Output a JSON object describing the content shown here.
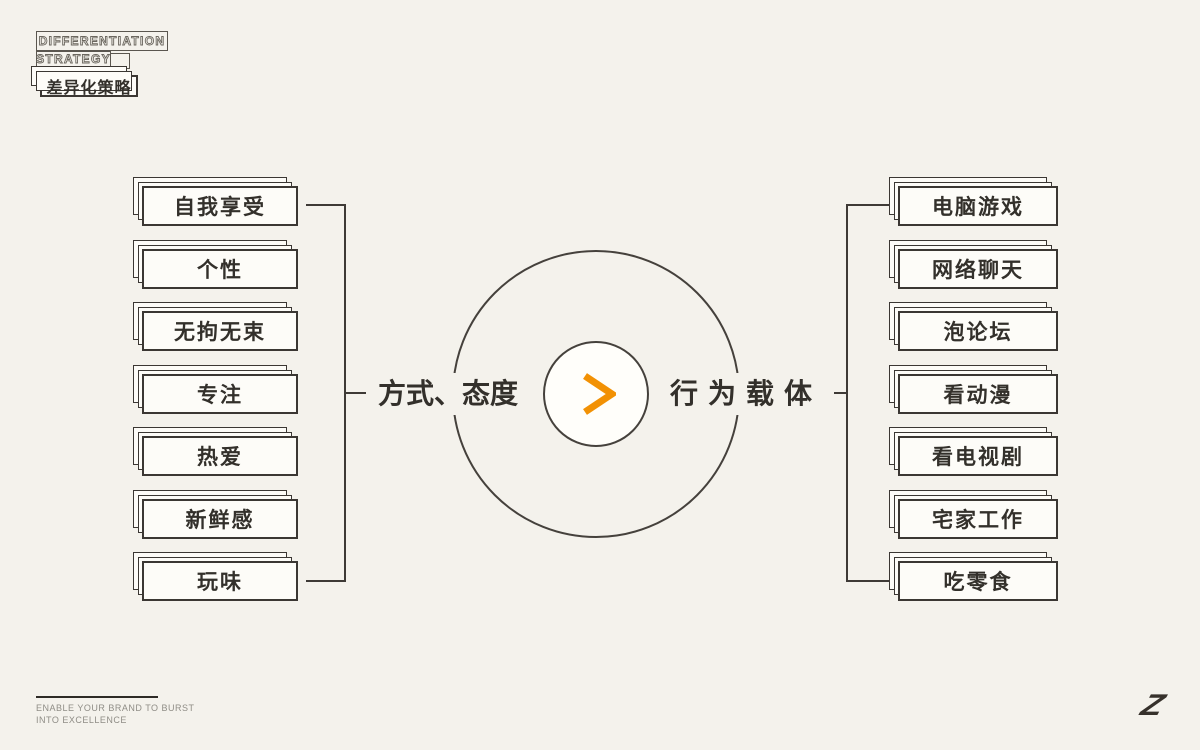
{
  "colors": {
    "background": "#f4f2ec",
    "line": "#3b3733",
    "text": "#33302b",
    "accent": "#f29104",
    "card_background": "#fdfcf8",
    "footer_text": "#8f8d86"
  },
  "header": {
    "title_line1": "DIFFERENTIATION",
    "title_line2": "STRATEGY",
    "subtitle": "差异化策略"
  },
  "diagram": {
    "center_symbol": ">",
    "left": {
      "label": "方式、态度",
      "items": [
        "自我享受",
        "个性",
        "无拘无束",
        "专注",
        "热爱",
        "新鲜感",
        "玩味"
      ]
    },
    "right": {
      "label": "行为载体",
      "items": [
        "电脑游戏",
        "网络聊天",
        "泡论坛",
        "看动漫",
        "看电视剧",
        "宅家工作",
        "吃零食"
      ]
    }
  },
  "footer": {
    "tagline1": "ENABLE YOUR BRAND TO BURST",
    "tagline2": "INTO EXCELLENCE",
    "logo": "Z"
  }
}
